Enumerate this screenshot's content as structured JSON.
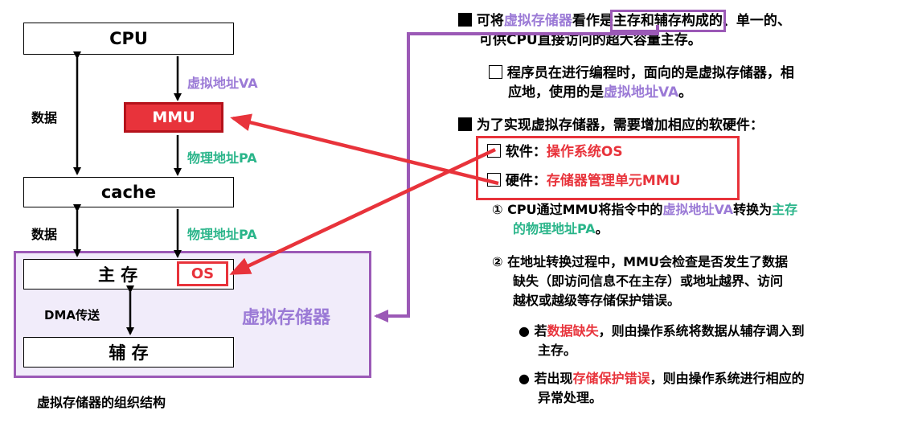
{
  "diagram": {
    "cpu": "CPU",
    "va_label": "虚拟地址VA",
    "mmu": "MMU",
    "pa_label": "物理地址PA",
    "data_label_top": "数据",
    "cache": "cache",
    "data_label_mid": "数据",
    "pa_label_2": "物理地址PA",
    "main_memory": "主 存",
    "os": "OS",
    "dma": "DMA传送",
    "aux_memory": "辅 存",
    "virtual_memory": "虚拟存储器",
    "caption": "虚拟存储器的组织结构"
  },
  "text": {
    "p1": {
      "a": "可将",
      "b": "虚拟存储器",
      "c": "看作是",
      "d": "主存和辅存构成的",
      "e": "、单一的、",
      "line2": "可供CPU直接访问的超大容量主存。"
    },
    "p2": {
      "line1": "程序员在进行编程时，面向的是虚拟存储器，相",
      "a": "应地，使用的是",
      "b": "虚拟地址VA",
      "c": "。"
    },
    "p3": "为了实现虚拟存储器，需要增加相应的软硬件：",
    "sw": {
      "label": "软件：",
      "value": "操作系统OS"
    },
    "hw": {
      "label": "硬件：",
      "value": "存储器管理单元MMU"
    },
    "s1": {
      "num": "①",
      "a": "CPU通过MMU将指令中的",
      "b": "虚拟地址VA",
      "c": "转换为",
      "d": "主存",
      "d2": "的物理地址PA",
      "e": "。"
    },
    "s2": {
      "num": "②",
      "line1": "在地址转换过程中，MMU会检查是否发生了数据",
      "line2": "缺失（即访问信息不在主存）或地址越界、访问",
      "line3": "越权或越级等存储保护错误。"
    },
    "b1": {
      "a": "若",
      "b": "数据缺失",
      "c": "，则由操作系统将数据从辅存调入到",
      "line2": "主存。"
    },
    "b2": {
      "a": "若出现",
      "b": "存储保护错误",
      "c": "，则由操作系统进行相应的",
      "line2": "异常处理。"
    }
  },
  "colors": {
    "purple": "#9b7ad6",
    "green": "#2ab58a",
    "red": "#e8333b",
    "mmu_fill": "#e8333b",
    "vm_fill": "#f1ecfa",
    "vm_border": "#9b59b6"
  }
}
